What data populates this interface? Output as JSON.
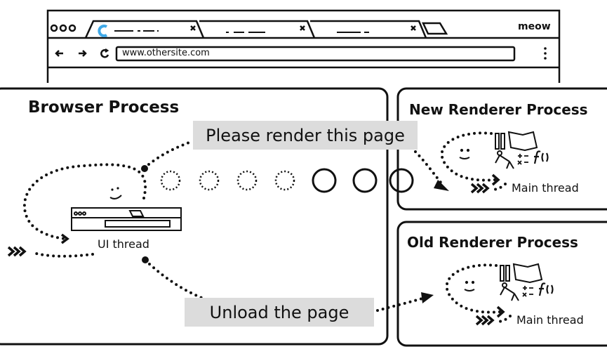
{
  "browser_window": {
    "url": "www.othersite.com",
    "profile_label": "meow",
    "tabs": [
      {
        "state": "loading"
      },
      {
        "state": "idle"
      },
      {
        "state": "idle"
      }
    ]
  },
  "browser_process": {
    "title": "Browser Process",
    "ui_thread_label": "UI thread",
    "message_render": "Please render this page",
    "message_unload": "Unload the page"
  },
  "new_renderer": {
    "title": "New Renderer Process",
    "thread_label": "Main thread"
  },
  "old_renderer": {
    "title": "Old Renderer Process",
    "thread_label": "Main thread"
  },
  "colors": {
    "loading_spinner": "#3fa9e8",
    "message_bg": "#dcdcdc"
  }
}
